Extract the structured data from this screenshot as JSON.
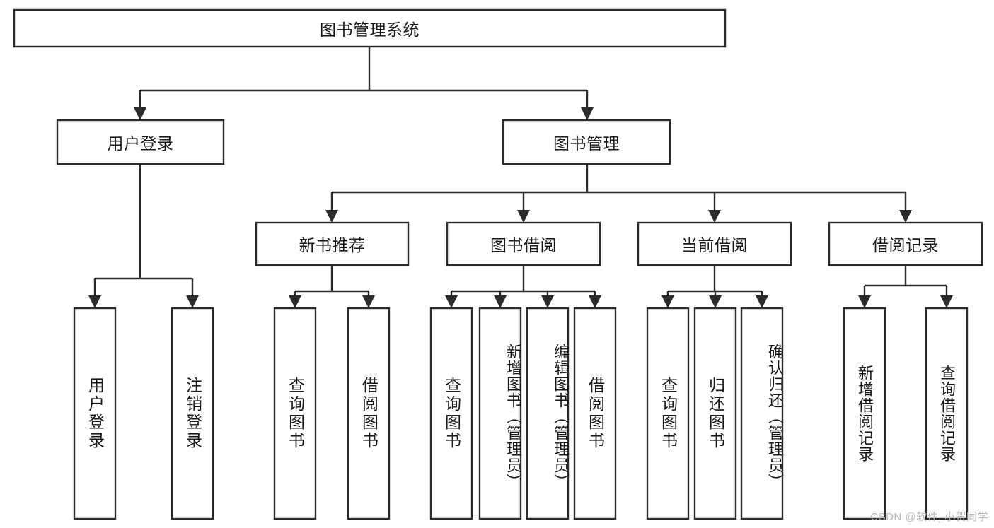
{
  "diagram": {
    "title": "图书管理系统",
    "type": "tree",
    "watermark": "CSDN @软件_小贺同学",
    "colors": {
      "stroke": "#2b2b2b",
      "fill": "#ffffff",
      "text": "#1a1a1a",
      "watermark": "#b9b9b9",
      "background": "#ffffff"
    },
    "levels": [
      {
        "level": 1,
        "nodes": [
          {
            "id": "root",
            "label": "图书管理系统",
            "orientation": "horizontal"
          }
        ]
      },
      {
        "level": 2,
        "nodes": [
          {
            "id": "user-login",
            "label": "用户登录",
            "orientation": "horizontal",
            "parent": "root"
          },
          {
            "id": "book-manage",
            "label": "图书管理",
            "orientation": "horizontal",
            "parent": "root"
          }
        ]
      },
      {
        "level": 3,
        "nodes": [
          {
            "id": "new-book-rec",
            "label": "新书推荐",
            "orientation": "horizontal",
            "parent": "book-manage"
          },
          {
            "id": "book-borrow",
            "label": "图书借阅",
            "orientation": "horizontal",
            "parent": "book-manage"
          },
          {
            "id": "current-borrow",
            "label": "当前借阅",
            "orientation": "horizontal",
            "parent": "book-manage"
          },
          {
            "id": "borrow-record",
            "label": "借阅记录",
            "orientation": "horizontal",
            "parent": "book-manage"
          }
        ]
      },
      {
        "level": 4,
        "nodes": [
          {
            "id": "leaf-user-login",
            "label": "用户登录",
            "orientation": "vertical",
            "parent": "user-login"
          },
          {
            "id": "leaf-logout",
            "label": "注销登录",
            "orientation": "vertical",
            "parent": "user-login"
          },
          {
            "id": "leaf-query-book-1",
            "label": "查询图书",
            "orientation": "vertical",
            "parent": "new-book-rec"
          },
          {
            "id": "leaf-borrow-book-1",
            "label": "借阅图书",
            "orientation": "vertical",
            "parent": "new-book-rec"
          },
          {
            "id": "leaf-query-book-2",
            "label": "查询图书",
            "orientation": "vertical",
            "parent": "book-borrow"
          },
          {
            "id": "leaf-add-book",
            "label": "新增图书（管理员）",
            "orientation": "vertical",
            "parent": "book-borrow"
          },
          {
            "id": "leaf-edit-book",
            "label": "编辑图书（管理员）",
            "orientation": "vertical",
            "parent": "book-borrow"
          },
          {
            "id": "leaf-borrow-book-2",
            "label": "借阅图书",
            "orientation": "vertical",
            "parent": "book-borrow"
          },
          {
            "id": "leaf-query-book-3",
            "label": "查询图书",
            "orientation": "vertical",
            "parent": "current-borrow"
          },
          {
            "id": "leaf-return-book",
            "label": "归还图书",
            "orientation": "vertical",
            "parent": "current-borrow"
          },
          {
            "id": "leaf-confirm-return",
            "label": "确认归还（管理员）",
            "orientation": "vertical",
            "parent": "current-borrow"
          },
          {
            "id": "leaf-add-record",
            "label": "新增借阅记录",
            "orientation": "vertical",
            "parent": "borrow-record"
          },
          {
            "id": "leaf-query-record",
            "label": "查询借阅记录",
            "orientation": "vertical",
            "parent": "borrow-record"
          }
        ]
      }
    ]
  }
}
